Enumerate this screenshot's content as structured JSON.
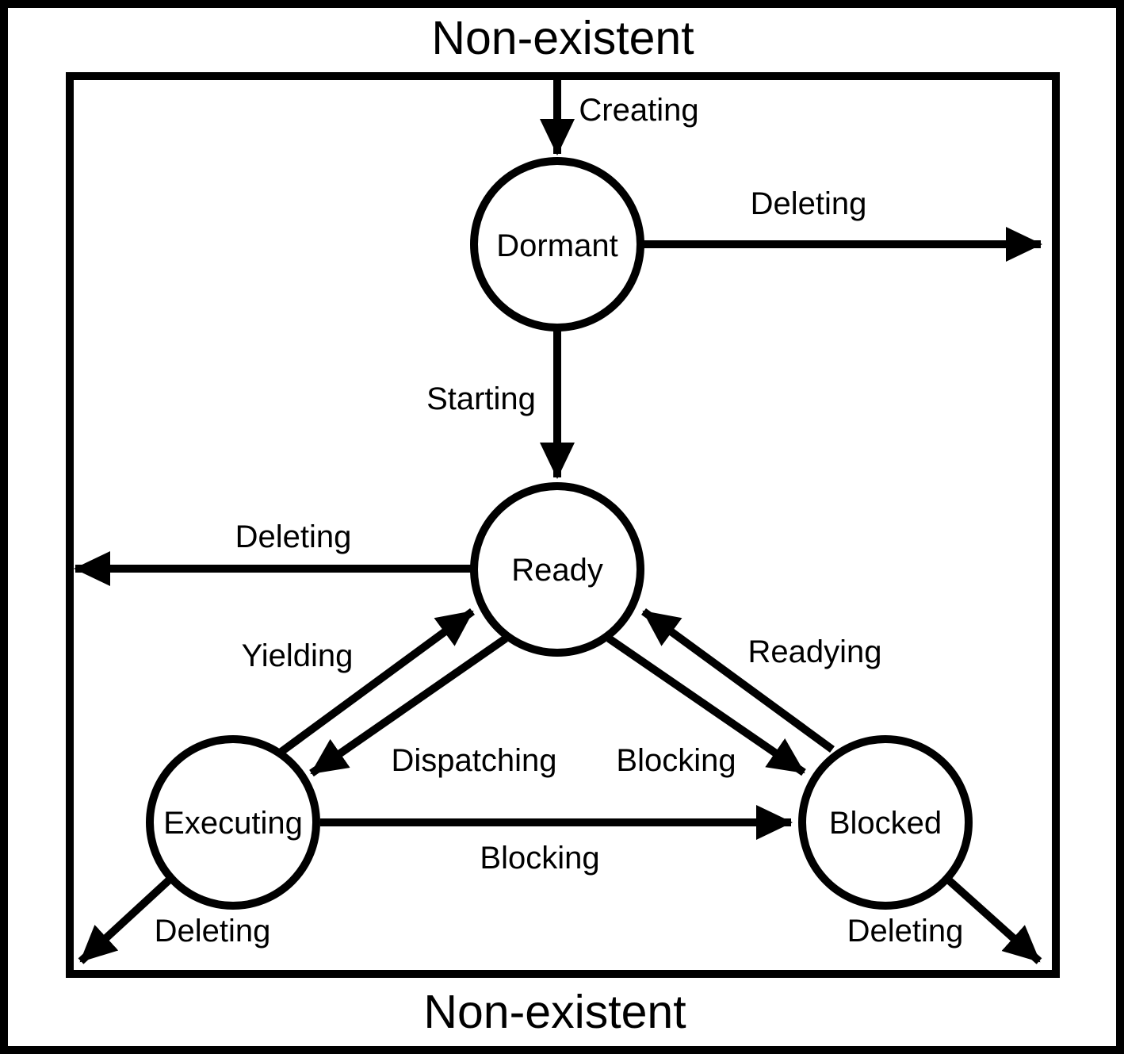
{
  "diagram": {
    "colors": {
      "ink": "#000000",
      "paper": "#ffffff"
    },
    "outer_region": {
      "top_label": "Non-existent",
      "bottom_label": "Non-existent"
    },
    "states": [
      {
        "id": "dormant",
        "label": "Dormant"
      },
      {
        "id": "ready",
        "label": "Ready"
      },
      {
        "id": "executing",
        "label": "Executing"
      },
      {
        "id": "blocked",
        "label": "Blocked"
      }
    ],
    "transitions": [
      {
        "id": "creating",
        "label": "Creating",
        "from": "non-existent",
        "to": "dormant"
      },
      {
        "id": "deleting-from-dormant",
        "label": "Deleting",
        "from": "dormant",
        "to": "non-existent"
      },
      {
        "id": "starting",
        "label": "Starting",
        "from": "dormant",
        "to": "ready"
      },
      {
        "id": "deleting-from-ready",
        "label": "Deleting",
        "from": "ready",
        "to": "non-existent"
      },
      {
        "id": "yielding",
        "label": "Yielding",
        "from": "executing",
        "to": "ready"
      },
      {
        "id": "dispatching",
        "label": "Dispatching",
        "from": "ready",
        "to": "executing"
      },
      {
        "id": "readying",
        "label": "Readying",
        "from": "blocked",
        "to": "ready"
      },
      {
        "id": "blocking-from-ready",
        "label": "Blocking",
        "from": "ready",
        "to": "blocked"
      },
      {
        "id": "blocking-from-executing",
        "label": "Blocking",
        "from": "executing",
        "to": "blocked"
      },
      {
        "id": "deleting-from-executing",
        "label": "Deleting",
        "from": "executing",
        "to": "non-existent"
      },
      {
        "id": "deleting-from-blocked",
        "label": "Deleting",
        "from": "blocked",
        "to": "non-existent"
      }
    ]
  }
}
